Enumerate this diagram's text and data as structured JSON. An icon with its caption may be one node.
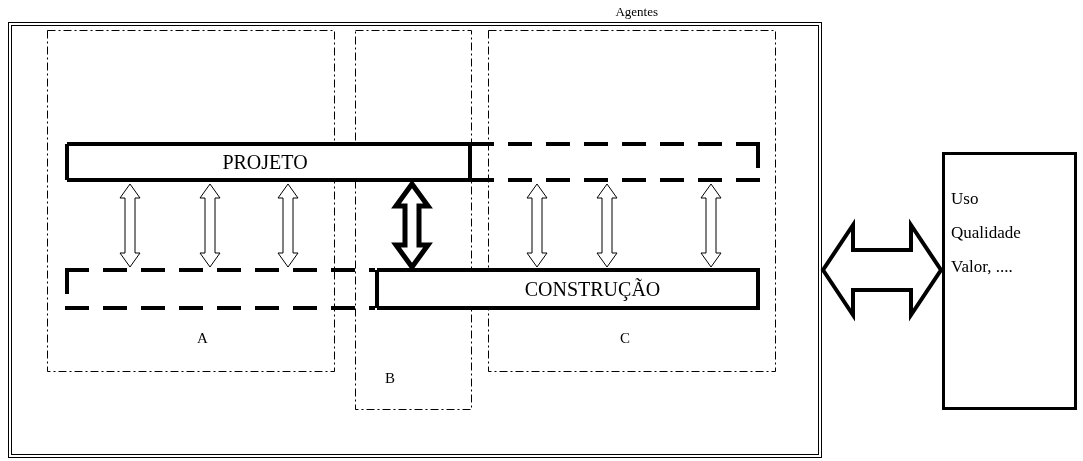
{
  "diagram": {
    "nodes": [
      {
        "text": [
          "Agentes"
        ]
      },
      {
        "text": [
          "A"
        ],
        "in": 0
      },
      {
        "text": [
          "B"
        ],
        "in": 0
      },
      {
        "text": [
          "C"
        ],
        "in": 0
      },
      {
        "text": [
          "PROJETO"
        ],
        "in": 0
      },
      {
        "text": [
          "CONSTRUÇÃO"
        ],
        "in": 0
      },
      {
        "text": [
          "Uso",
          "Qualidade",
          "Valor, ...."
        ]
      }
    ],
    "edges": [
      {
        "from": 4,
        "to": 5,
        "arrow": "both"
      },
      {
        "from": 4,
        "to": 5,
        "arrow": "both"
      },
      {
        "from": 4,
        "to": 5,
        "arrow": "both"
      },
      {
        "from": 4,
        "to": 5,
        "arrow": "both",
        "style": "thick"
      },
      {
        "from": 4,
        "to": 5,
        "arrow": "both"
      },
      {
        "from": 4,
        "to": 5,
        "arrow": "both"
      },
      {
        "from": 4,
        "to": 5,
        "arrow": "both"
      },
      {
        "from": 0,
        "to": 6,
        "arrow": "both"
      }
    ]
  }
}
